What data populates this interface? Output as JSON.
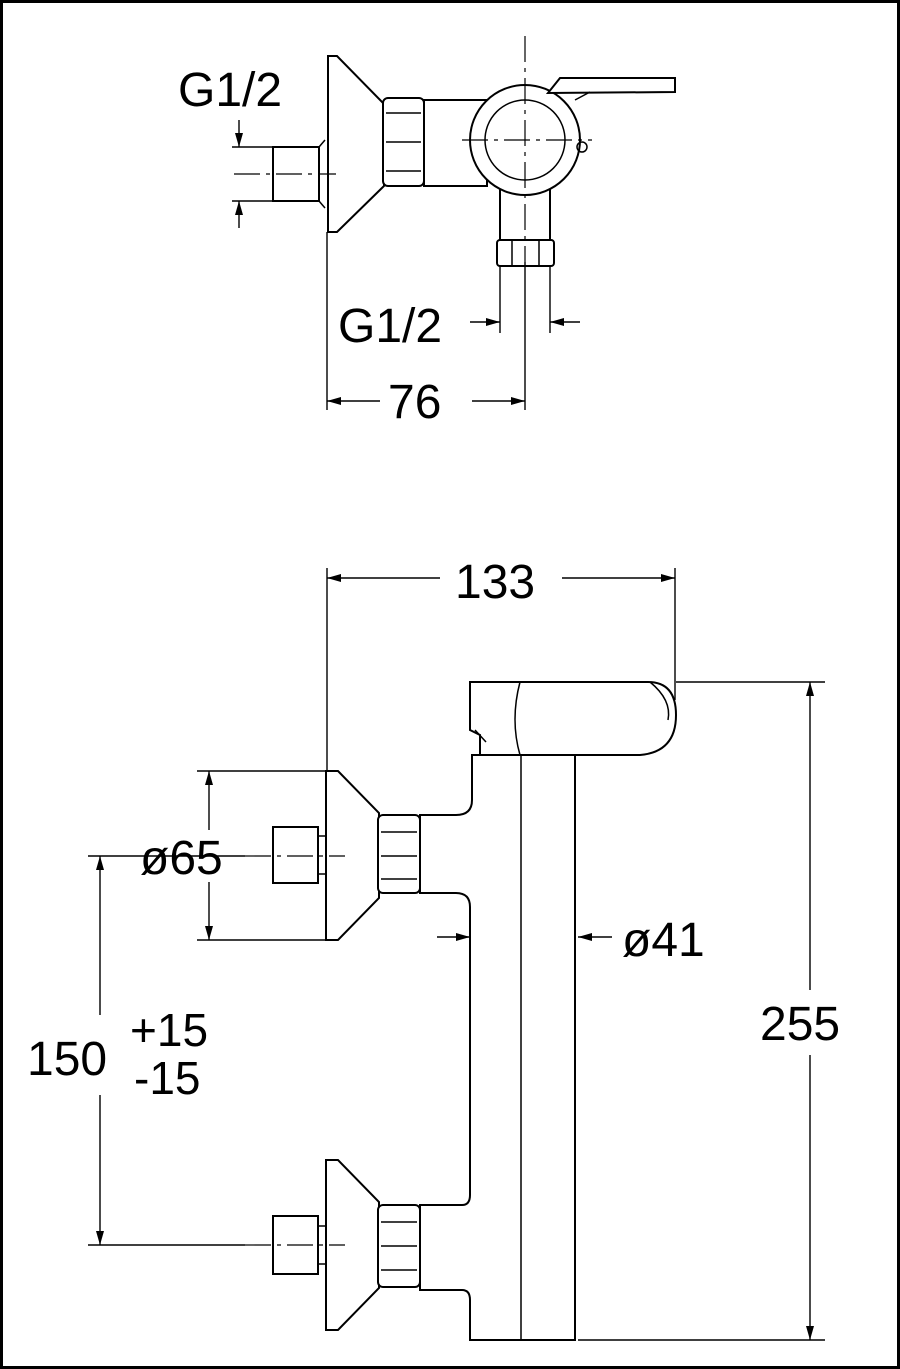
{
  "drawing": {
    "frame_color": "#000000",
    "background_color": "#ffffff",
    "top_view": {
      "thread_left_label": "G1/2",
      "thread_bottom_label": "G1/2",
      "depth_label": "76"
    },
    "front_view": {
      "width_label": "133",
      "height_label": "255",
      "flange_diameter_label": "ø65",
      "body_diameter_label": "ø41",
      "spacing_label": "150",
      "tolerance_plus_label": "+15",
      "tolerance_minus_label": "-15"
    }
  }
}
